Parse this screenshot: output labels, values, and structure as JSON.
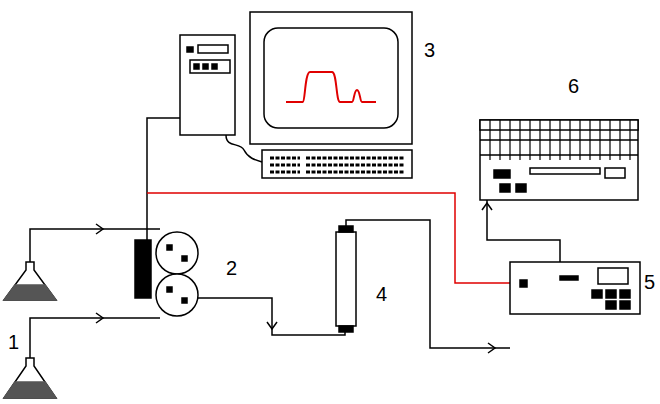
{
  "diagram": {
    "labels": [
      "3",
      "6",
      "2",
      "5",
      "4",
      "1"
    ]
  }
}
